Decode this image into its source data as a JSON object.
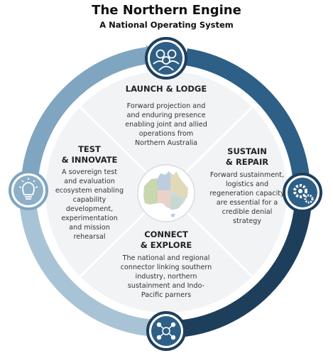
{
  "title": "The Northern Engine",
  "subtitle": "A National Operating System",
  "colors": {
    "ring_dark": "#1e3f5c",
    "ring_mid": "#2e5f86",
    "ring_light": "#7fa5c0",
    "ring_pale": "#a9c3d6",
    "disc": "#f2f3f4",
    "divider": "#ffffff"
  },
  "icons": {
    "top": "people-group-icon",
    "right": "gears-icon",
    "bottom": "network-users-icon",
    "left": "lightbulb-icon",
    "center": "australia-map-icon"
  },
  "segments": {
    "launch": {
      "heading": "LAUNCH & LODGE",
      "lines": [
        "Forward projection and",
        "and enduring presence",
        "enabling joint and allied",
        "operations from",
        "Northern Australia"
      ]
    },
    "sustain": {
      "heading": [
        "SUSTAIN",
        "& REPAIR"
      ],
      "lines": [
        "Forward sustainment,",
        "logistics and",
        "regeneration capacity",
        "are essential for a",
        "credible denial",
        "strategy"
      ]
    },
    "connect": {
      "heading": [
        "CONNECT",
        "& EXPLORE"
      ],
      "lines": [
        "The national and regional",
        "connector linking southern",
        "industry, northern",
        "sustainment and Indo-",
        "Pacific parners"
      ]
    },
    "test": {
      "heading": [
        "TEST",
        "& INNOVATE"
      ],
      "lines": [
        "A sovereign test",
        "and evaluation",
        "ecosystem enabling",
        "capability",
        "development,",
        "experimentation",
        "and mission",
        "rehearsal"
      ]
    }
  }
}
